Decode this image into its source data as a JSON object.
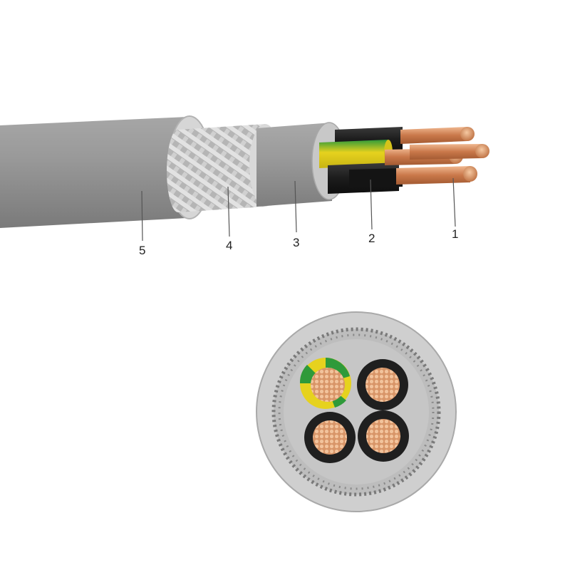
{
  "callouts": [
    {
      "label": "1",
      "part": "copper-conductor"
    },
    {
      "label": "2",
      "part": "core-insulation"
    },
    {
      "label": "3",
      "part": "inner-sheath"
    },
    {
      "label": "4",
      "part": "braid-screen"
    },
    {
      "label": "5",
      "part": "outer-sheath"
    }
  ],
  "colors": {
    "sheath": "#8c8c8c",
    "sheath_light": "#bdbdbd",
    "braid": "#c9c9c9",
    "insulation_black": "#1f1f1f",
    "earth_yellow": "#e6d21e",
    "earth_green": "#2f9a3a",
    "copper": "#c9784a",
    "copper_light": "#eab08a",
    "background": "#ffffff"
  }
}
